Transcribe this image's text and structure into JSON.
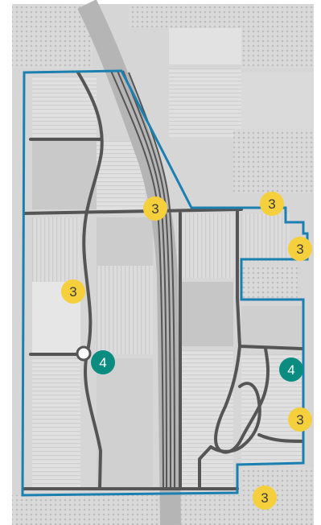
{
  "map": {
    "markers": [
      {
        "id": "m1",
        "label": "3",
        "kind": "yellow"
      },
      {
        "id": "m2",
        "label": "3",
        "kind": "yellow"
      },
      {
        "id": "m3",
        "label": "3",
        "kind": "yellow"
      },
      {
        "id": "m4",
        "label": "3",
        "kind": "yellow"
      },
      {
        "id": "m5",
        "label": "4",
        "kind": "teal"
      },
      {
        "id": "m6",
        "label": "4",
        "kind": "teal"
      },
      {
        "id": "m7",
        "label": "3",
        "kind": "yellow"
      },
      {
        "id": "m8",
        "label": "3",
        "kind": "yellow"
      }
    ]
  },
  "colors": {
    "boundary": "#1b7fb0",
    "road": "#555555",
    "marker_yellow": "#f6cf3c",
    "marker_teal": "#0b8c80",
    "text_on_yellow": "#3a3a3a",
    "text_on_teal": "#ffffff"
  }
}
